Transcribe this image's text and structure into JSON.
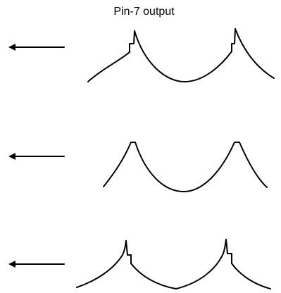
{
  "title": "Pin-7 output",
  "waveform_rows": [
    {
      "name": "waveform-top",
      "shape": "cusps with small step near peak"
    },
    {
      "name": "waveform-middle",
      "shape": "clean cusps with flat tops"
    },
    {
      "name": "waveform-bottom",
      "shape": "cusps with drop step after peak"
    }
  ],
  "colors": {
    "stroke": "#000000",
    "background": "#ffffff"
  }
}
